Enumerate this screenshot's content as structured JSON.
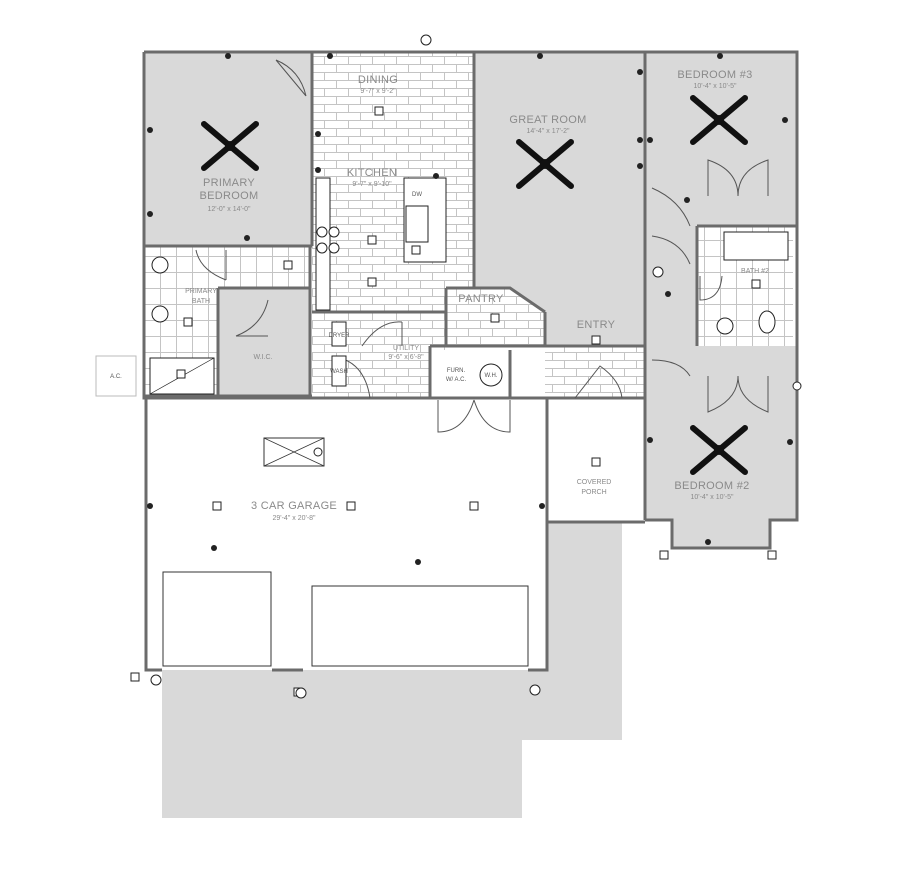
{
  "rooms": {
    "dining": {
      "name": "DINING",
      "size": "9'-7\" x 9'-2\""
    },
    "kitchen": {
      "name": "KITCHEN",
      "size": "9'-7\" x 9'-10\""
    },
    "great_room": {
      "name": "GREAT ROOM",
      "size": "14'-4\" x 17'-2\""
    },
    "bedroom3": {
      "name": "BEDROOM #3",
      "size": "10'-4\" x 10'-5\""
    },
    "primary_bedroom": {
      "name": "PRIMARY\nBEDROOM",
      "line1": "PRIMARY",
      "line2": "BEDROOM",
      "size": "12'-0\" x 14'-0\""
    },
    "primary_bath": {
      "line1": "PRIMARY",
      "line2": "BATH"
    },
    "wic": {
      "name": "W.I.C."
    },
    "pantry": {
      "name": "PANTRY"
    },
    "utility": {
      "name": "UTILITY",
      "size": "9'-6\" x 6'-8\""
    },
    "entry": {
      "name": "ENTRY"
    },
    "bath2": {
      "name": "BATH #2"
    },
    "furnace": {
      "line1": "FURN.",
      "line2": "W/ A.C."
    },
    "water_heater": {
      "name": "W.H."
    },
    "garage": {
      "name": "3 CAR GARAGE",
      "size": "29'-4\" x 20'-8\""
    },
    "covered_porch": {
      "line1": "COVERED",
      "line2": "PORCH"
    },
    "bedroom2": {
      "name": "BEDROOM #2",
      "size": "10'-4\" x 10'-5\""
    },
    "ac": {
      "name": "A.C."
    }
  },
  "appliances": {
    "dishwasher": "DW",
    "dryer": "DRYER",
    "washer": "WASH"
  },
  "colors": {
    "room_fill": "#d9d9d9",
    "wall": "#6b6b6b",
    "tile_grid": "#c4c4c4",
    "background": "#ffffff"
  }
}
